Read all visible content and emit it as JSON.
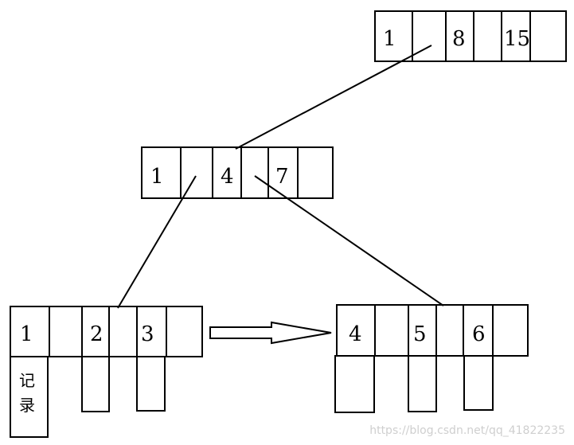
{
  "root_node": {
    "keys": [
      "1",
      "8",
      "15"
    ]
  },
  "internal_node": {
    "keys": [
      "1",
      "4",
      "7"
    ]
  },
  "leaf_left": {
    "keys": [
      "1",
      "2",
      "3"
    ],
    "record_label_line1": "记",
    "record_label_line2": "录"
  },
  "leaf_right": {
    "keys": [
      "4",
      "5",
      "6"
    ]
  },
  "watermark": "https://blog.csdn.net/qq_41822235"
}
